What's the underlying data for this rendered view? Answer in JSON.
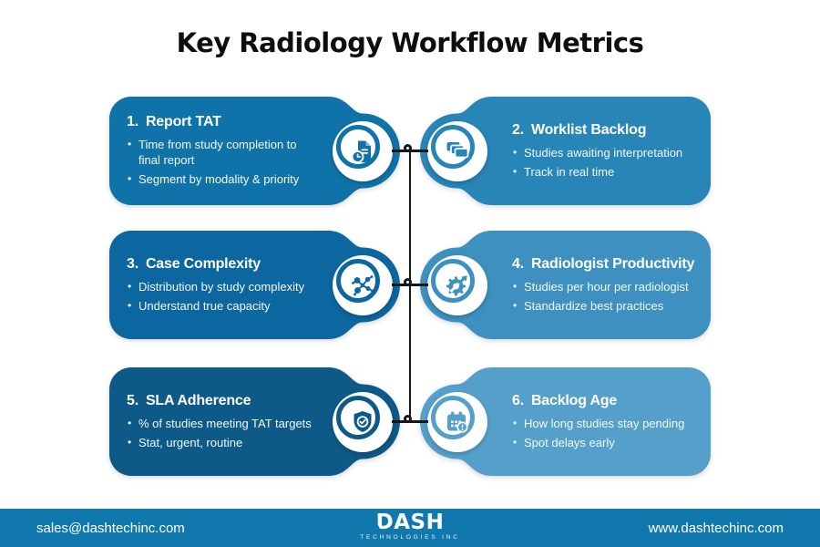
{
  "title": "Key Radiology Workflow Metrics",
  "connector_color": "#161616",
  "cards": [
    {
      "number": "1.",
      "title": "Report TAT",
      "color": "#0f73a9",
      "icon": "document-clock-icon",
      "bullets": [
        "Time from study completion to final report",
        "Segment by modality & priority"
      ]
    },
    {
      "number": "2.",
      "title": "Worklist Backlog",
      "color": "#2785b8",
      "icon": "stacked-cards-icon",
      "bullets": [
        "Studies awaiting interpretation",
        "Track in real time"
      ]
    },
    {
      "number": "3.",
      "title": "Case Complexity",
      "color": "#0c67a0",
      "icon": "network-nodes-icon",
      "bullets": [
        "Distribution by study complexity",
        "Understand true capacity"
      ]
    },
    {
      "number": "4.",
      "title": "Radiologist Productivity",
      "color": "#3d90bf",
      "icon": "gear-arrow-icon",
      "bullets": [
        "Studies per hour per radiologist",
        "Standardize best practices"
      ]
    },
    {
      "number": "5.",
      "title": "SLA Adherence",
      "color": "#0d5a88",
      "icon": "shield-check-icon",
      "bullets": [
        "% of studies meeting TAT targets",
        "Stat, urgent, routine"
      ]
    },
    {
      "number": "6.",
      "title": "Backlog Age",
      "color": "#55a0ca",
      "icon": "calendar-alert-icon",
      "bullets": [
        "How long studies stay pending",
        "Spot delays early"
      ]
    }
  ],
  "footer": {
    "bar_color": "#1178ae",
    "email": "sales@dashtechinc.com",
    "website": "www.dashtechinc.com",
    "logo": {
      "d": "D",
      "rest": "ASH",
      "subtext": "TECHNOLOGIES INC"
    }
  }
}
